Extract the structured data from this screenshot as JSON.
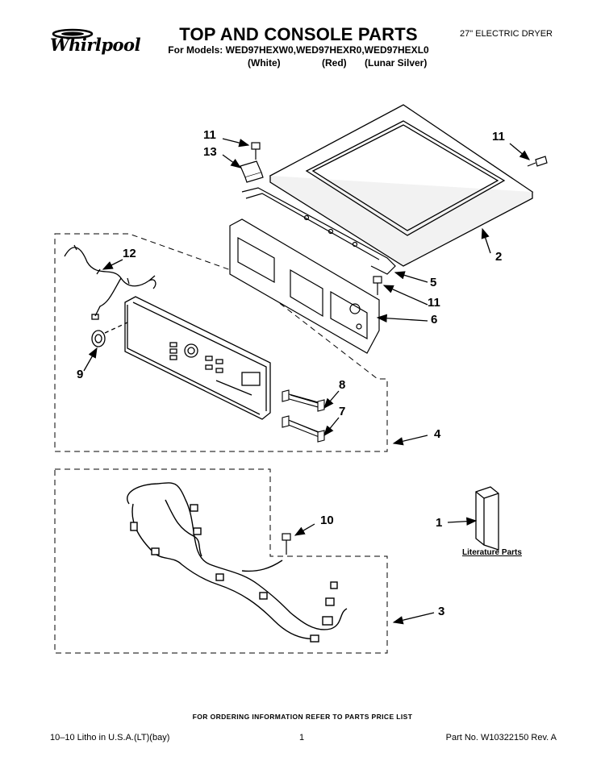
{
  "header": {
    "brand": "Whirlpool",
    "title": "TOP AND CONSOLE PARTS",
    "models_line": "For Models: WED97HEXW0,WED97HEXR0,WED97HEXL0",
    "variants": [
      "(White)",
      "(Red)",
      "(Lunar Silver)"
    ],
    "product_type": "27\" ELECTRIC DRYER"
  },
  "callouts": {
    "c1": "1",
    "c2": "2",
    "c3": "3",
    "c4": "4",
    "c5": "5",
    "c6": "6",
    "c7": "7",
    "c8": "8",
    "c9": "9",
    "c10": "10",
    "c11a": "11",
    "c11b": "11",
    "c11c": "11",
    "c12": "12",
    "c13": "13"
  },
  "literature_label": "Literature Parts",
  "footer": {
    "order_note": "FOR ORDERING INFORMATION REFER TO PARTS PRICE LIST",
    "litho": "10–10 Litho in U.S.A.(LT)(bay)",
    "page": "1",
    "part_no": "Part No. W10322150 Rev. A"
  },
  "colors": {
    "ink": "#000000",
    "paper": "#ffffff",
    "panel_fill": "#e8e8e8"
  }
}
